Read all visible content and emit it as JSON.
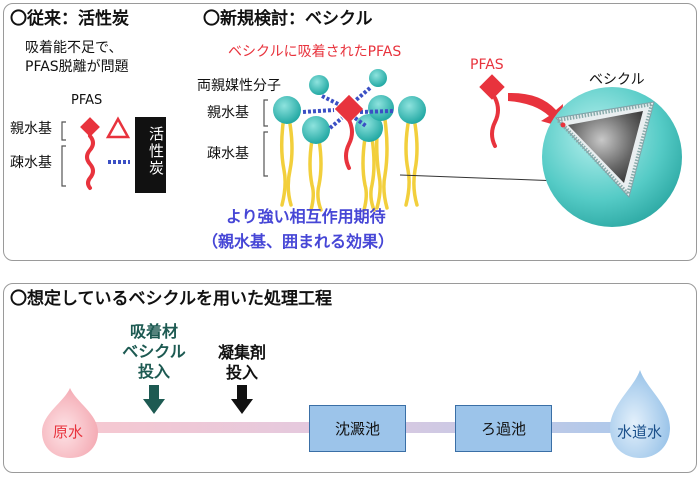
{
  "top": {
    "left": {
      "heading": "〇従来：活性炭",
      "desc_line1": "吸着能不足で、",
      "desc_line2": "PFAS脱離が問題",
      "pfas_label": "PFAS",
      "hydrophilic_label": "親水基",
      "hydrophobic_label": "疎水基",
      "carbon_label": "活性炭"
    },
    "middle": {
      "heading": "〇新規検討：ベシクル",
      "adsorbed_label": "ベシクルに吸着されたPFAS",
      "amphiphile_label": "両親媒性分子",
      "hydrophilic_label": "親水基",
      "hydrophobic_label": "疎水基",
      "expect_line1": "より強い相互作用期待",
      "expect_line2": "（親水基、囲まれる効果）"
    },
    "right": {
      "pfas_label": "PFAS",
      "vesicle_label": "ベシクル"
    }
  },
  "bottom": {
    "heading": "〇想定しているベシクルを用いた処理工程",
    "adsorbent_line1": "吸着材",
    "adsorbent_line2": "ベシクル",
    "adsorbent_line3": "投入",
    "coagulant_line1": "凝集剤",
    "coagulant_line2": "投入",
    "raw_water": "原水",
    "sedimentation": "沈澱池",
    "filtration": "ろ過池",
    "tap_water": "水道水"
  },
  "colors": {
    "pfas_red": "#e8333d",
    "lipid_head": "#3dbdb8",
    "lipid_tail": "#f2cf3c",
    "dotted_blue": "#3b4fc4",
    "accent_text_blue": "#4646d6",
    "adsorbent_green": "#1d5a52",
    "arrow_green": "#1d5a52"
  }
}
